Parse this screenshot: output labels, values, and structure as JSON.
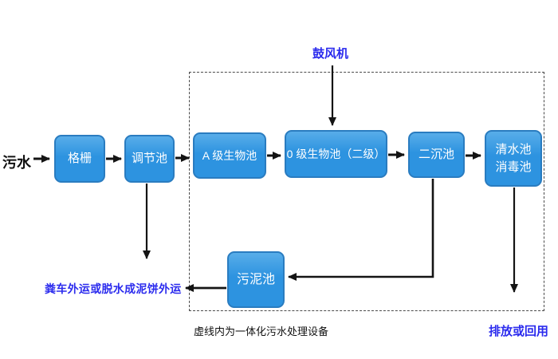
{
  "labels": {
    "influent": "污水",
    "blower": "鼓风机",
    "sludge_out": "粪车外运或脱水成泥饼外运",
    "note": "虚线内为一体化污水处理设备",
    "discharge": "排放或回用"
  },
  "boxes": {
    "grille": "格栅",
    "regulating": "调节池",
    "a_bio": "A 级生物池",
    "o_bio": "0 级生物池（二级）",
    "secondary_sedimentation": "二沉池",
    "clearwater_line1": "清水池",
    "clearwater_line2": "消毒池",
    "sludge": "污泥池"
  },
  "colors": {
    "box_fill_top": "#58ade9",
    "box_fill_bottom": "#2d93e0",
    "box_border": "#2a7cc0",
    "box_text": "#ffffff",
    "blue_text": "#2b2bee",
    "arrow": "#141414",
    "dash_border": "#4a4a4a"
  }
}
